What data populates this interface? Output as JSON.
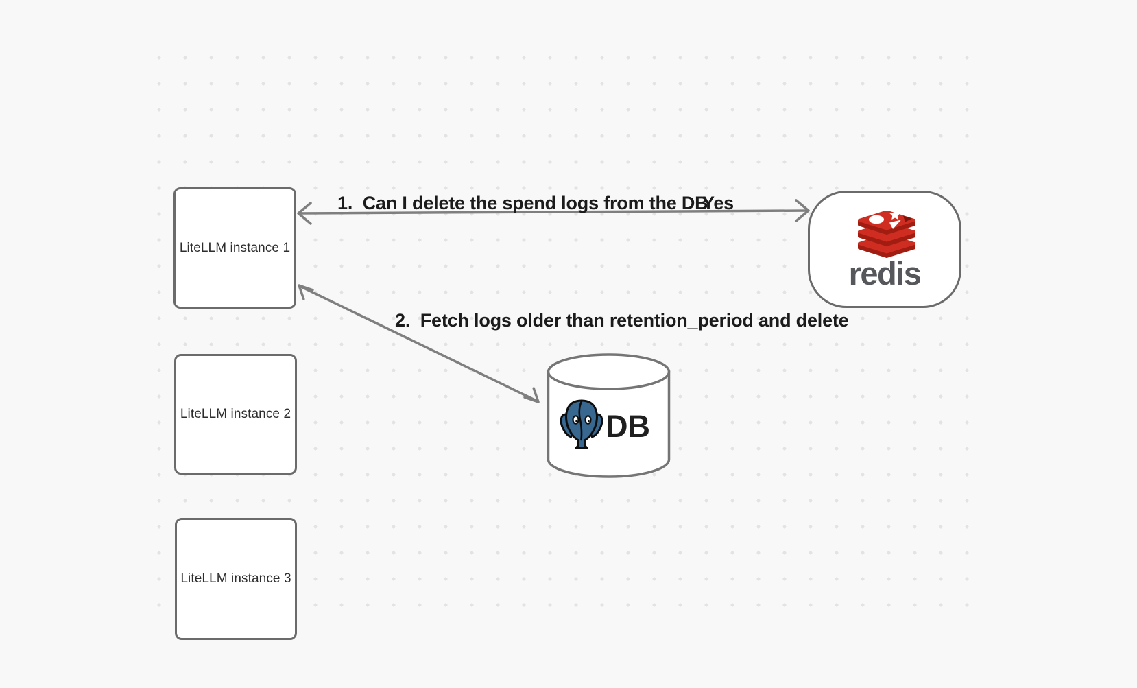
{
  "diagram": {
    "background": "#f8f8f8",
    "dot_color": "#e3e3e3",
    "node_border_color": "#6b6b6b",
    "arrow_color": "#7f7f7f",
    "label_color": "#1b1b1b",
    "instances": [
      {
        "label": "LiteLLM instance 1"
      },
      {
        "label": "LiteLLM instance 2"
      },
      {
        "label": "LiteLLM instance 3"
      }
    ],
    "redis": {
      "wordmark": "redis",
      "wordmark_color": "#56575a",
      "logo_red": "#cf2d21",
      "logo_dark_red": "#a11d11"
    },
    "database": {
      "label": "DB",
      "elephant_blue": "#38678f"
    },
    "messages": {
      "arrow1_label": "1.  Can I delete the spend logs from the DB",
      "arrow1_response": "Yes",
      "arrow2_label": "2.  Fetch logs older than retention_period and delete"
    }
  }
}
